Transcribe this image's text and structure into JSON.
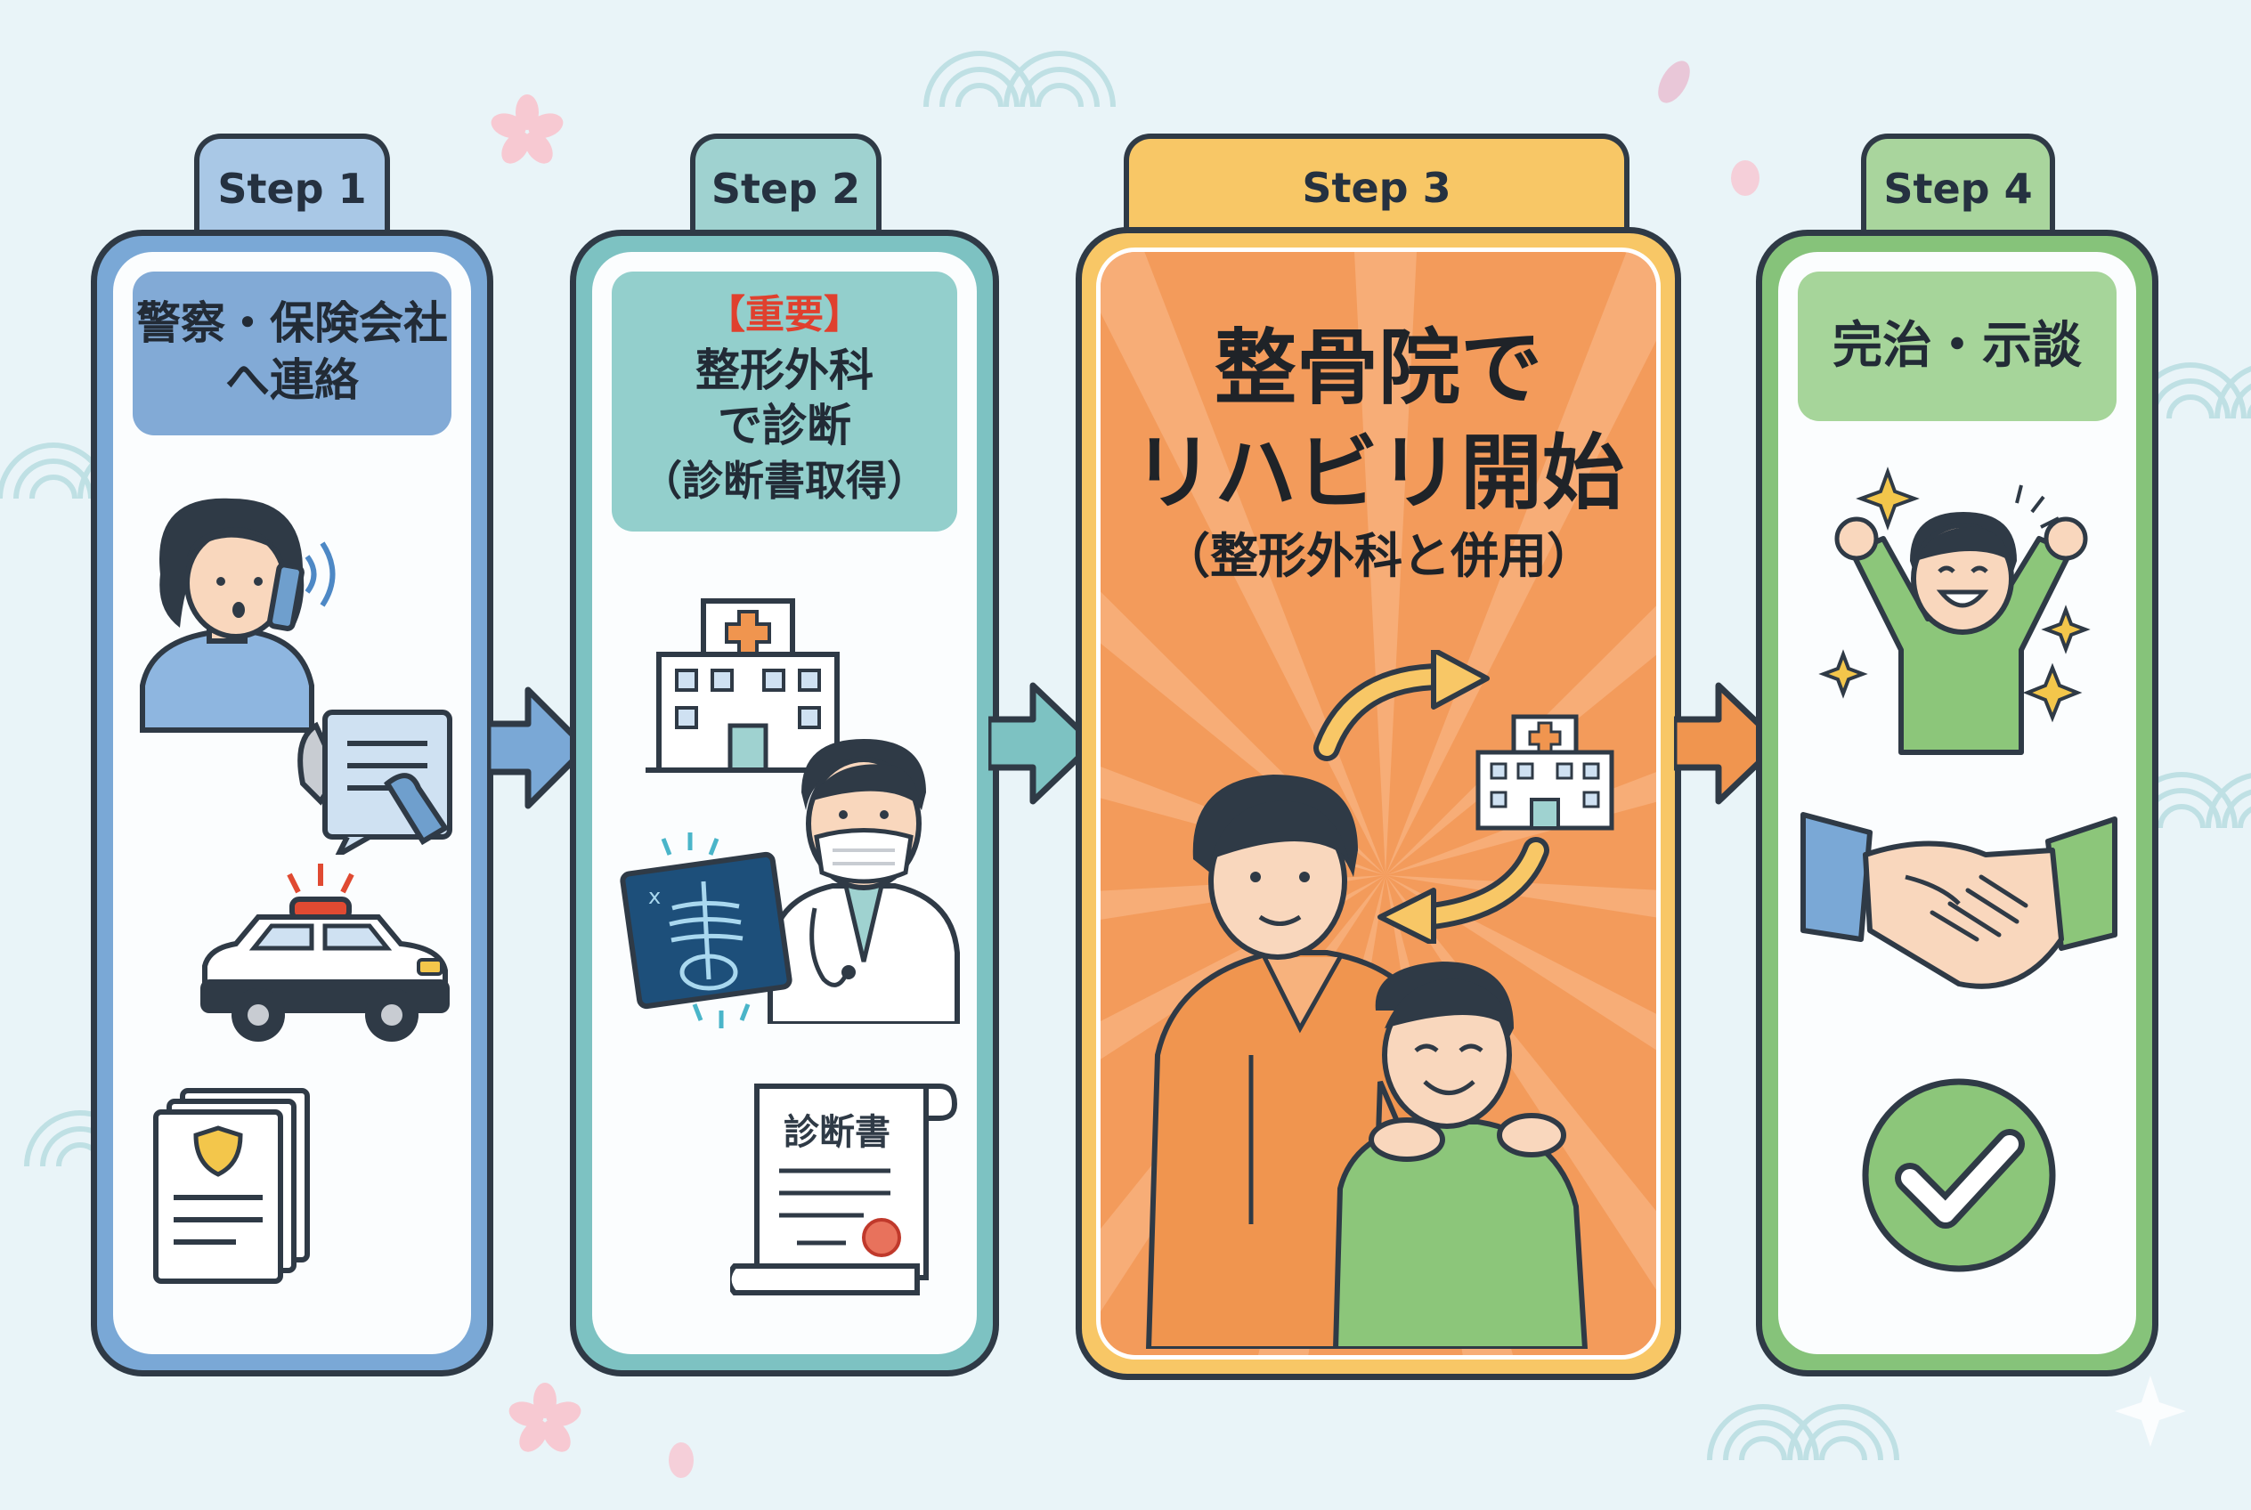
{
  "steps": [
    {
      "tab": "Step 1",
      "lines": [
        "警察・保険会社",
        "へ連絡"
      ]
    },
    {
      "tab": "Step 2",
      "important": "【重要】",
      "lines": [
        "整形外科",
        "で診断",
        "（診断書取得）"
      ]
    },
    {
      "tab": "Step 3",
      "lines": [
        "整骨院で",
        "リハビリ開始"
      ],
      "sub": "（整形外科と併用）"
    },
    {
      "tab": "Step 4",
      "lines": [
        "完治・示談"
      ]
    }
  ],
  "document_label": "診断書",
  "colors": {
    "step1": "#6f9fcd",
    "step2": "#73bcbd",
    "step3": "#f0954f",
    "step4": "#7fbd72",
    "important": "#e0402e"
  }
}
